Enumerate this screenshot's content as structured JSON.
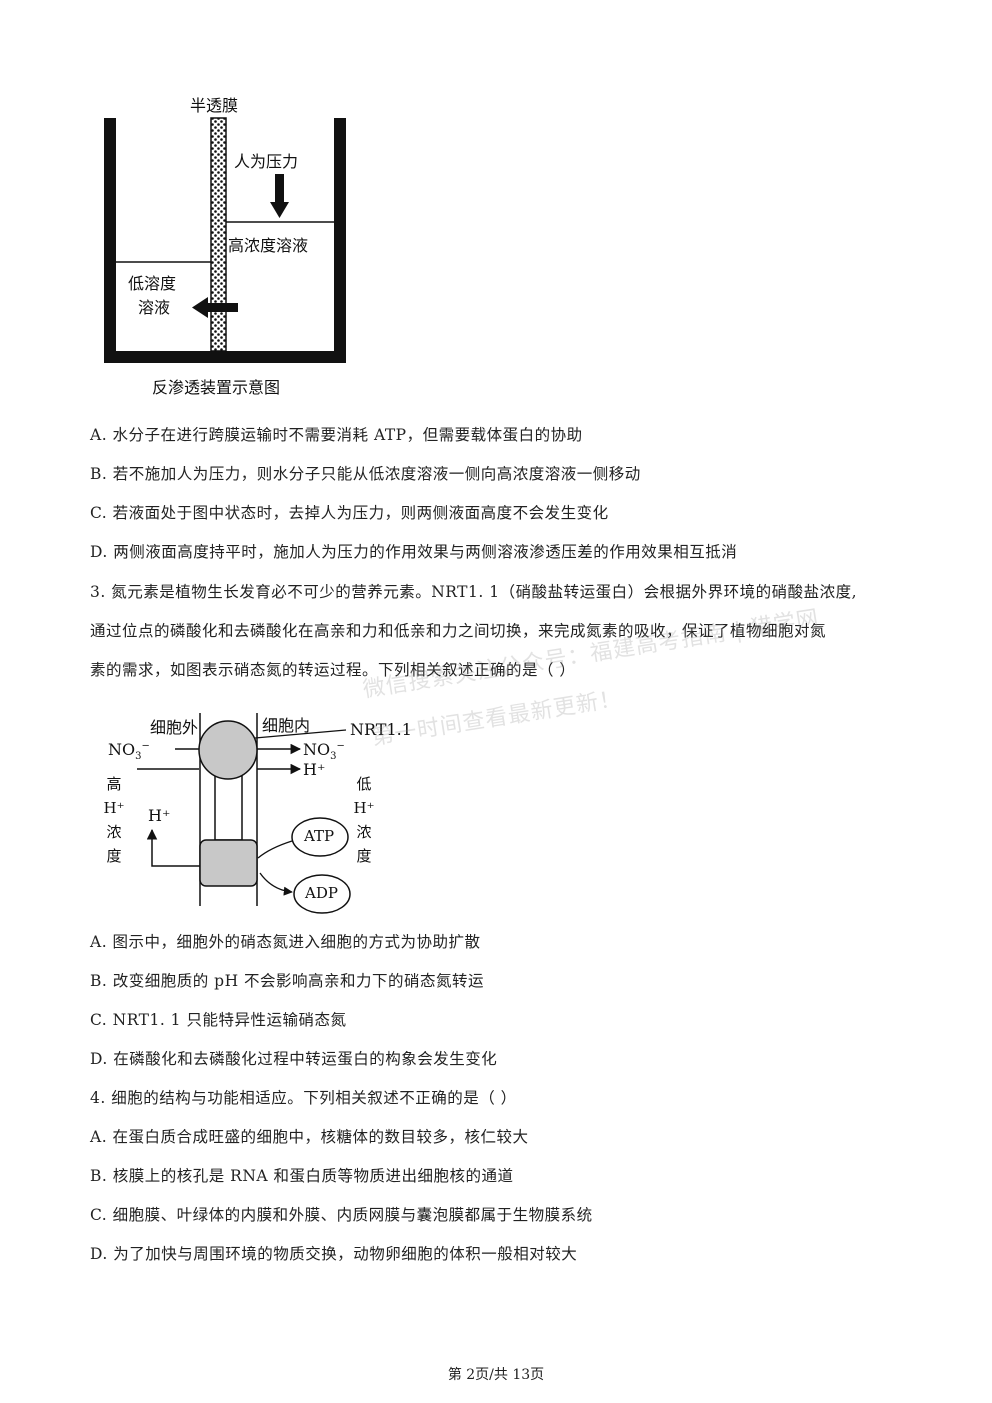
{
  "figure1": {
    "membrane_label": "半透膜",
    "pressure_label": "人为压力",
    "high_label": "高浓度溶液",
    "low_label_1": "低溶度",
    "low_label_2": "溶液",
    "caption": "反渗透装置示意图"
  },
  "q2_options": [
    "A. 水分子在进行跨膜运输时不需要消耗 ATP，但需要载体蛋白的协助",
    "B. 若不施加人为压力，则水分子只能从低浓度溶液一侧向高浓度溶液一侧移动",
    "C. 若液面处于图中状态时，去掉人为压力，则两侧液面高度不会发生变化",
    "D. 两侧液面高度持平时，施加人为压力的作用效果与两侧溶液渗透压差的作用效果相互抵消"
  ],
  "q3": {
    "stem_1": "3. 氮元素是植物生长发育必不可少的营养元素。NRT1. 1（硝酸盐转运蛋白）会根据外界环境的硝酸盐浓度,",
    "stem_2": "通过位点的磷酸化和去磷酸化在高亲和力和低亲和力之间切换，来完成氮素的吸收，保证了植物细胞对氮",
    "stem_3": "素的需求，如图表示硝态氮的转运过程。下列相关叙述正确的是（     ）"
  },
  "figure2": {
    "outside": "细胞外",
    "inside": "细胞内",
    "protein": "NRT1.1",
    "no3": "NO",
    "no3_sub": "3",
    "no3_sup": "−",
    "h_plus": "H⁺",
    "high_col": [
      "高",
      "H⁺",
      "浓",
      "度"
    ],
    "low_col": [
      "低",
      "H⁺",
      "浓",
      "度"
    ],
    "atp": "ATP",
    "adp": "ADP"
  },
  "watermark": {
    "line1": "微信搜索关注公众号：福建高考指南 | 猎学网",
    "line2": "第一时间查看最新更新！"
  },
  "q3_options": [
    "A. 图示中，细胞外的硝态氮进入细胞的方式为协助扩散",
    "B. 改变细胞质的 pH 不会影响高亲和力下的硝态氮转运",
    "C. NRT1. 1 只能特异性运输硝态氮",
    "D. 在磷酸化和去磷酸化过程中转运蛋白的构象会发生变化"
  ],
  "q4": {
    "stem": "4. 细胞的结构与功能相适应。下列相关叙述不正确的是（     ）",
    "options": [
      "A. 在蛋白质合成旺盛的细胞中，核糖体的数目较多，核仁较大",
      "B. 核膜上的核孔是 RNA 和蛋白质等物质进出细胞核的通道",
      "C. 细胞膜、叶绿体的内膜和外膜、内质网膜与囊泡膜都属于生物膜系统",
      "D. 为了加快与周围环境的物质交换，动物卵细胞的体积一般相对较大"
    ]
  },
  "footer": "第 2页/共 13页"
}
